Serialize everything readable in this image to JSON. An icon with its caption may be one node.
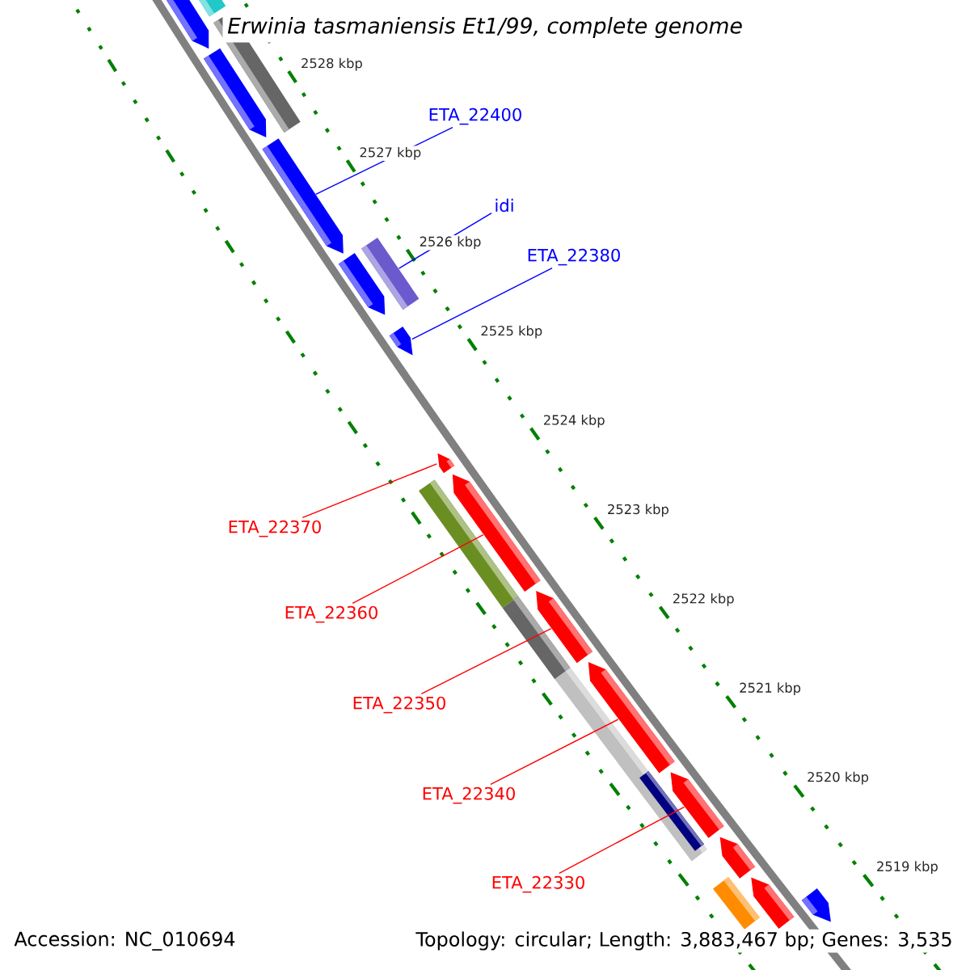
{
  "diagram": {
    "title": "Erwinia tasmaniensis Et1/99, complete genome",
    "nodes": [
      {
        "text": [
          "ETA_22400"
        ]
      },
      {
        "text": [
          "idi"
        ]
      },
      {
        "text": [
          "ETA_22380"
        ]
      },
      {
        "text": [
          "ETA_22370"
        ]
      },
      {
        "text": [
          "ETA_22360"
        ]
      },
      {
        "text": [
          "ETA_22350"
        ]
      },
      {
        "text": [
          "ETA_22340"
        ]
      },
      {
        "text": [
          "ETA_22330"
        ]
      },
      {
        "text": [],
        "shape": "pentagon"
      },
      {
        "text": [],
        "shape": "bar"
      },
      {
        "text": [],
        "shape": "pentagon"
      },
      {
        "text": [],
        "shape": "pentagon"
      },
      {
        "text": [],
        "shape": "pentagon"
      },
      {
        "text": [],
        "shape": "pentagon"
      },
      {
        "text": [],
        "shape": "pentagon"
      },
      {
        "text": [],
        "shape": "pentagon"
      },
      {
        "text": [],
        "shape": "pentagon"
      },
      {
        "text": [],
        "shape": "pentagon"
      },
      {
        "text": [],
        "shape": "pentagon"
      },
      {
        "text": [],
        "shape": "pentagon"
      },
      {
        "text": [],
        "shape": "bar"
      },
      {
        "text": [],
        "shape": "bar"
      },
      {
        "text": [],
        "shape": "pentagon"
      },
      {
        "text": [],
        "shape": "pentagon"
      },
      {
        "text": [],
        "shape": "bar"
      },
      {
        "text": [],
        "shape": "bar"
      },
      {
        "text": [],
        "shape": "bar"
      },
      {
        "text": [],
        "shape": "bar"
      },
      {
        "text": [],
        "shape": "bar",
        "in": 26
      }
    ],
    "edges": [
      {
        "from": 0,
        "to": 8,
        "arrow": "none",
        "color": "#0000ff"
      },
      {
        "from": 1,
        "to": 9,
        "arrow": "none",
        "color": "#0000ff"
      },
      {
        "from": 2,
        "to": 10,
        "arrow": "none",
        "color": "#0000ff"
      },
      {
        "from": 3,
        "to": 11,
        "arrow": "none"
      },
      {
        "from": 4,
        "to": 12,
        "arrow": "none"
      },
      {
        "from": 5,
        "to": 13,
        "arrow": "none"
      },
      {
        "from": 6,
        "to": 14,
        "arrow": "none"
      },
      {
        "from": 7,
        "to": 15,
        "arrow": "none"
      }
    ],
    "labels": [
      "2528 kbp",
      "2527 kbp",
      "2526 kbp",
      "2525 kbp",
      "2524 kbp",
      "2523 kbp",
      "2522 kbp",
      "2521 kbp",
      "2520 kbp",
      "2519 kbp",
      "Accession: NC_010694",
      "Topology: circular; Length: 3,883,467 bp; Genes: 3,535"
    ]
  }
}
